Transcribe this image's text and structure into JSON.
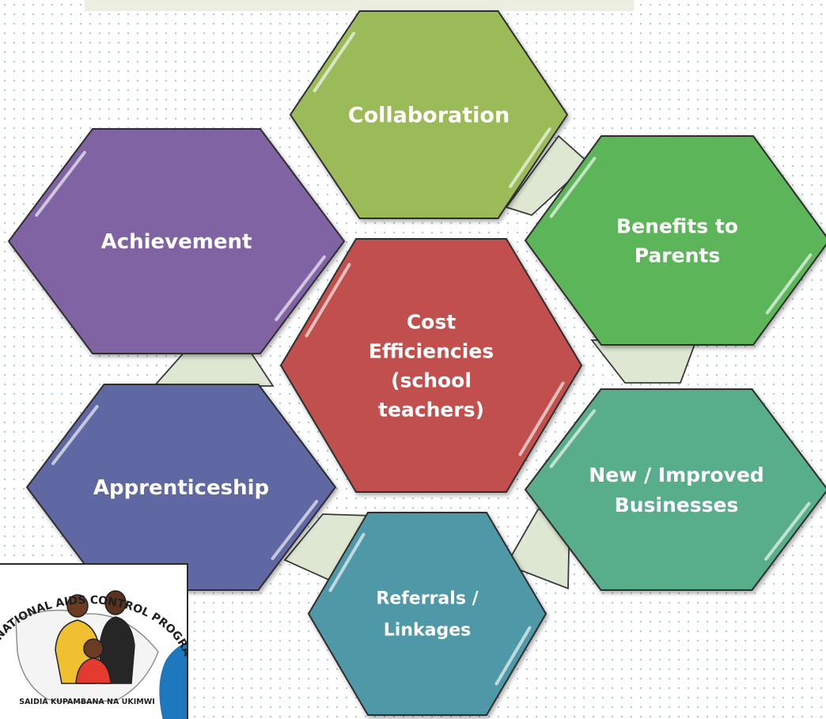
{
  "diagram": {
    "hexagons": [
      {
        "id": "collaboration",
        "lines": [
          "Collaboration"
        ],
        "color": "#9bbb59"
      },
      {
        "id": "benefits",
        "lines": [
          "Benefits to",
          "Parents"
        ],
        "color": "#5db55a"
      },
      {
        "id": "achievement",
        "lines": [
          "Achievement"
        ],
        "color": "#8064a2"
      },
      {
        "id": "cost",
        "lines": [
          "Cost",
          "Efficiencies",
          "(school",
          "teachers)"
        ],
        "color": "#c0504d"
      },
      {
        "id": "apprenticeship",
        "lines": [
          "Apprenticeship"
        ],
        "color": "#5f67a2"
      },
      {
        "id": "business",
        "lines": [
          "New / Improved",
          "Businesses"
        ],
        "color": "#58ad8a"
      },
      {
        "id": "referrals",
        "lines": [
          "Referrals /",
          "Linkages"
        ],
        "color": "#4f98a8"
      }
    ],
    "connector_color": "#dde7d2"
  },
  "logo": {
    "arc_text": "NATIONAL AIDS CONTROL PROGRAMME",
    "bottom_text": "SAIDIA KUPAMBANA NA UKIMWI"
  }
}
